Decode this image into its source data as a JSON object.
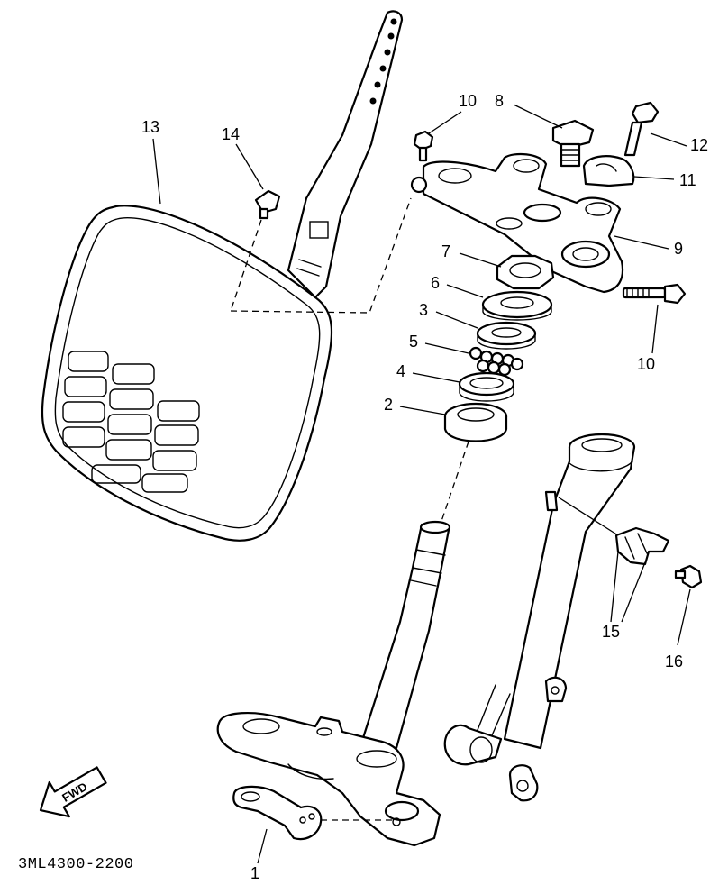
{
  "diagram_code": "3ML4300-2200",
  "fwd_label": "FWD",
  "callouts": {
    "c1": "1",
    "c2": "2",
    "c3": "3",
    "c4": "4",
    "c5": "5",
    "c6": "6",
    "c7": "7",
    "c8": "8",
    "c9": "9",
    "c10a": "10",
    "c10b": "10",
    "c11": "11",
    "c12": "12",
    "c13": "13",
    "c14": "14",
    "c15": "15",
    "c16": "16"
  }
}
